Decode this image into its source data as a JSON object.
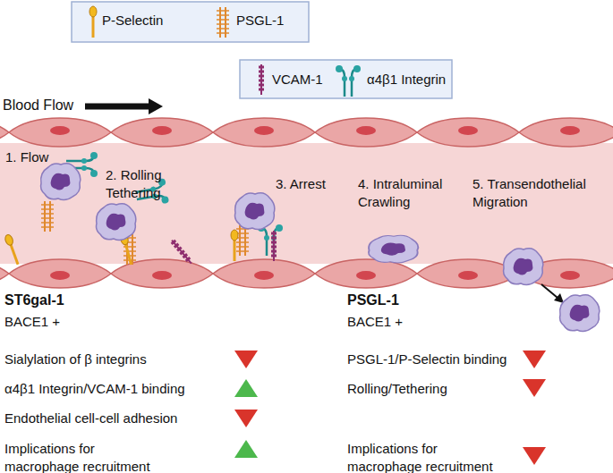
{
  "diagram": {
    "labels": [
      "Blood Flow",
      "1. Flow",
      "2. Rolling Tethering",
      "3. Arrest",
      "4. Intraluminal Crawling",
      "5. Transendothelial Migration",
      "ST6gal-1",
      "BACE1 +",
      "Sialylation of β integrins",
      "α4β1 Integrin/VCAM-1 binding",
      "Endothelial cell-cell adhesion",
      "Implications for macrophage recruitment",
      "PSGL-1",
      "BACE1 +",
      "PSGL-1/P-Selectin binding",
      "Rolling/Tethering",
      "Implications for macrophage recruitment"
    ],
    "legend": [
      {
        "text": "P-Selectin"
      },
      {
        "text": "PSGL-1"
      },
      {
        "text": "VCAM-1"
      },
      {
        "text": "α4β1 Integrin"
      }
    ]
  }
}
